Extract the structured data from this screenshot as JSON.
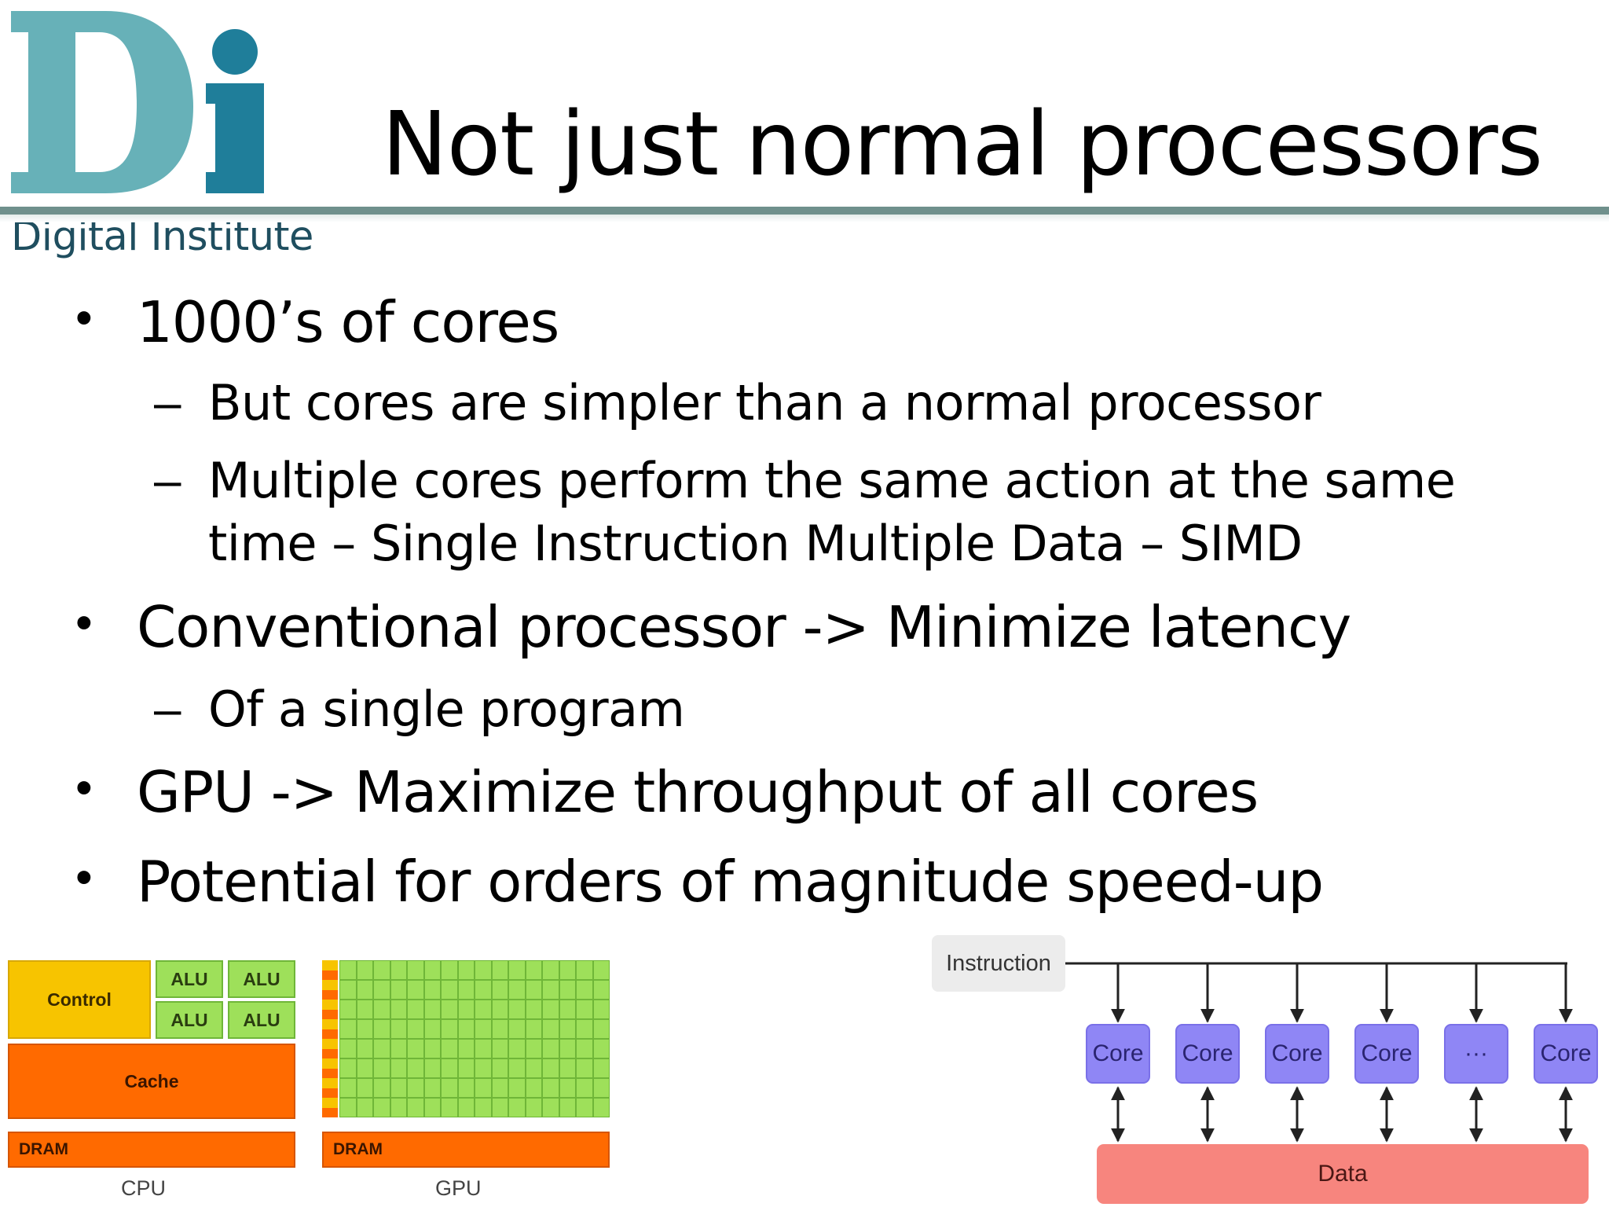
{
  "logo": {
    "letters": "Di",
    "subtitle": "Digital Institute",
    "colors": {
      "d": "#67b1b8",
      "i": "#1f7e9a",
      "text": "#1f4e5f"
    }
  },
  "title": "Not just normal processors",
  "bullets": [
    {
      "marker": "•",
      "text": "1000’s of cores",
      "sub": [
        {
          "marker": "–",
          "lines": [
            "But cores are simpler than a normal processor"
          ]
        },
        {
          "marker": "–",
          "lines": [
            "Multiple cores perform the same action at the same",
            "time – Single Instruction Multiple Data – SIMD"
          ]
        }
      ]
    },
    {
      "marker": "•",
      "text": "Conventional processor -> Minimize latency",
      "sub": [
        {
          "marker": "–",
          "lines": [
            "Of a single program"
          ]
        }
      ]
    },
    {
      "marker": "•",
      "text": "GPU -> Maximize throughput of all cores",
      "sub": []
    },
    {
      "marker": "•",
      "text": "Potential for orders of magnitude speed-up",
      "sub": []
    }
  ],
  "cpu_gpu_figure": {
    "cpu": {
      "control": "Control",
      "alus": [
        "ALU",
        "ALU",
        "ALU",
        "ALU"
      ],
      "cache": "Cache",
      "dram": "DRAM",
      "caption": "CPU"
    },
    "gpu": {
      "dram": "DRAM",
      "caption": "GPU",
      "rows": 8,
      "alu_columns": 16
    },
    "colors": {
      "control": "#f7c400",
      "alu": "#9ee05a",
      "cache": "#ff6a00",
      "dram": "#ff6a00"
    }
  },
  "simd_figure": {
    "instruction": "Instruction",
    "cores": [
      "Core",
      "Core",
      "Core",
      "Core",
      "···",
      "Core"
    ],
    "data": "Data",
    "colors": {
      "core": "#8f86f5",
      "data": "#f7857e",
      "instruction": "#ececec"
    }
  }
}
